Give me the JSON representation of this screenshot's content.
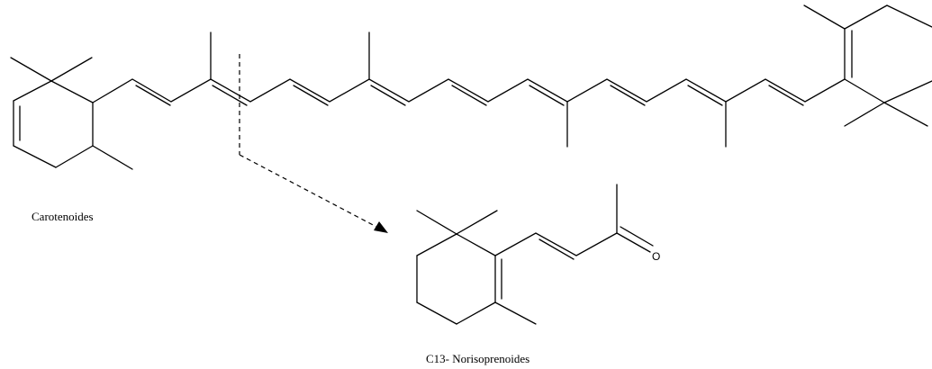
{
  "labels": {
    "carotenoid": "Carotenoides",
    "product": "C13- Norisoprenoides",
    "oxygen": "O"
  }
}
